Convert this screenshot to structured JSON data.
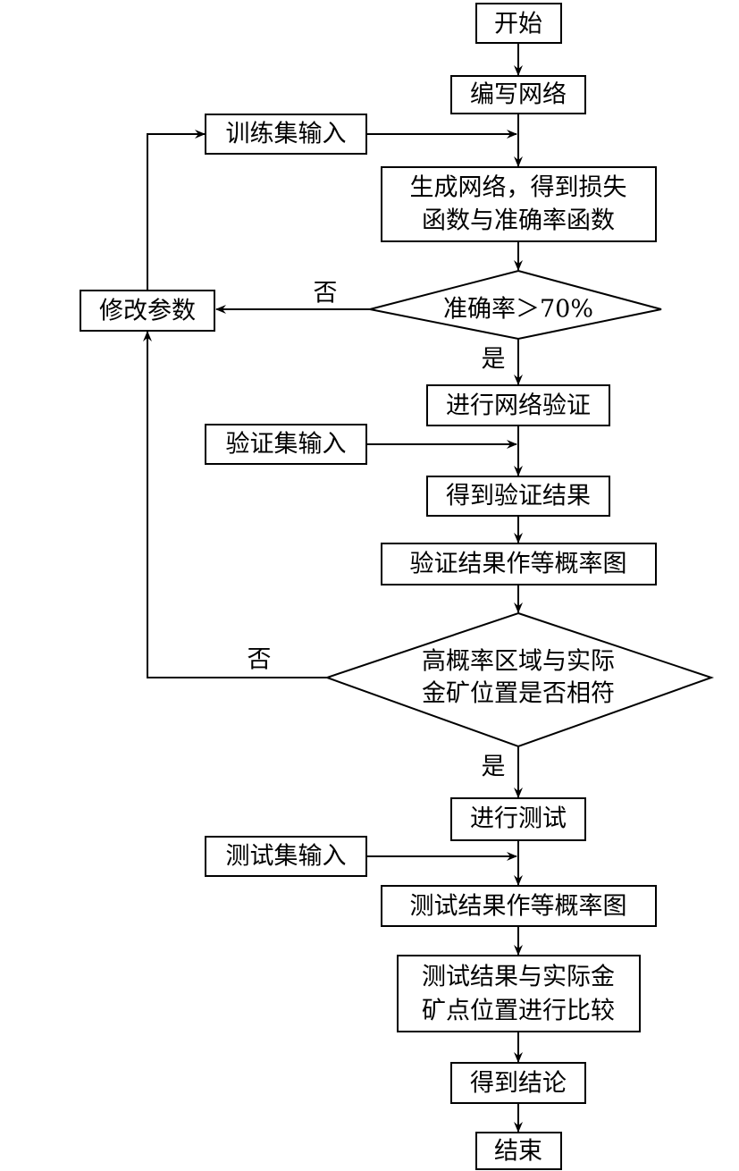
{
  "nodes": {
    "start": "开始",
    "write_network": "编写网络",
    "train_input": "训练集输入",
    "generate_network": [
      "生成网络，得到损失",
      "函数与准确率函数"
    ],
    "accuracy_check": "准确率＞70%",
    "modify_params": "修改参数",
    "validate_network": "进行网络验证",
    "validation_input": "验证集输入",
    "validation_result": "得到验证结果",
    "validation_map": "验证结果作等概率图",
    "match_check": [
      "高概率区域与实际",
      "金矿位置是否相符"
    ],
    "run_test": "进行测试",
    "test_input": "测试集输入",
    "test_map": "测试结果作等概率图",
    "compare": [
      "测试结果与实际金",
      "矿点位置进行比较"
    ],
    "conclusion": "得到结论",
    "end": "结束"
  },
  "edges": {
    "yes": "是",
    "no": "否"
  }
}
